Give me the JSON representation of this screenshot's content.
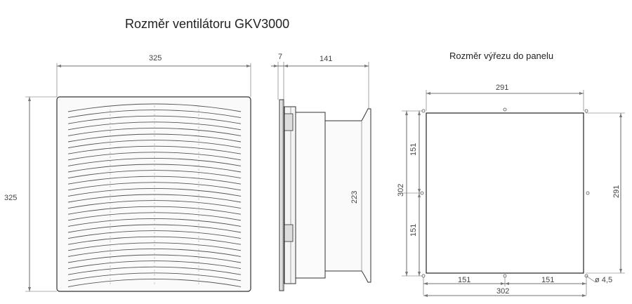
{
  "main_title": "Rozměr ventilátoru GKV3000",
  "cutout_title": "Rozměr výřezu do panelu",
  "front_view": {
    "width": "325",
    "height": "325"
  },
  "side_view": {
    "flange_depth": "7",
    "depth": "141",
    "duct_diameter": "223"
  },
  "cutout": {
    "top_width": "291",
    "bottom_width": "302",
    "bottom_left_half": "151",
    "bottom_right_half": "151",
    "left_height": "302",
    "left_top_half": "151",
    "left_bottom_half": "151",
    "right_height": "291",
    "hole_diameter": "ø 4,5"
  }
}
